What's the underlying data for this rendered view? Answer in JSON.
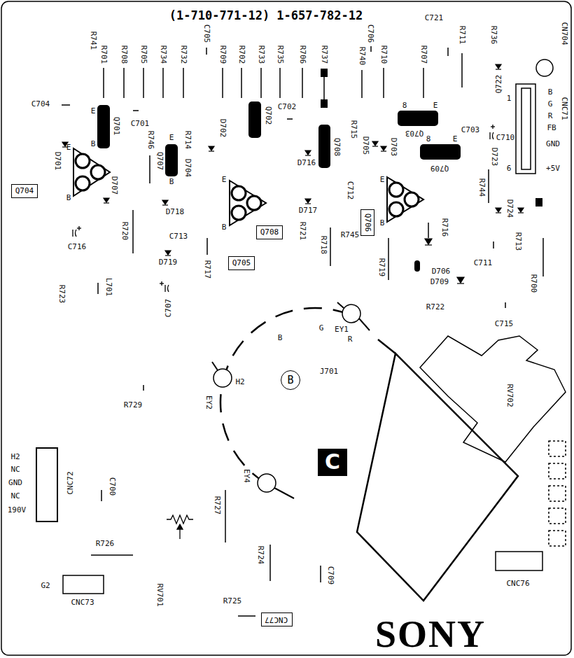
{
  "diagram": {
    "title": "(1-710-771-12) 1-657-782-12",
    "nodes": [
      {
        "text": [
          "Q704"
        ]
      },
      {
        "text": [
          "Q708"
        ]
      },
      {
        "text": [
          "Q705"
        ]
      },
      {
        "text": [
          "Q706"
        ]
      },
      {
        "text": [
          "B"
        ]
      },
      {
        "text": [
          "C"
        ]
      },
      {
        "text": [
          "CNC77"
        ]
      }
    ],
    "labels": [
      "R741",
      "R701",
      "R708",
      "R705",
      "R734",
      "R732",
      "C705",
      "R709",
      "R702",
      "R733",
      "R735",
      "R706",
      "R737",
      "C706",
      "R740",
      "R710",
      "R707",
      "C721",
      "R711",
      "R736",
      "Q722",
      "CN704",
      "C704",
      "Q701",
      "E",
      "B",
      "C701",
      "R746",
      "D701",
      "E",
      "B",
      "D707",
      "Q707",
      "R714",
      "D704",
      "E",
      "B",
      "D718",
      "C713",
      "D719",
      "C716",
      "R720",
      "D702",
      "Q702",
      "C702",
      "E",
      "B",
      "D716",
      "D717",
      "R721",
      "Q708",
      "R715",
      "D705",
      "D703",
      "Q703",
      "8",
      "E",
      "C703",
      "Q709",
      "8",
      "E",
      "D723",
      "C710",
      "C712",
      "R745",
      "R718",
      "E",
      "B",
      "R744",
      "D724",
      "R713",
      "C711",
      "R716",
      "R700",
      "R719",
      "D706",
      "D709",
      "R722",
      "C715",
      "R717",
      "L701",
      "R723",
      "C707",
      "B",
      "G",
      "EY1",
      "R",
      "J701",
      "H2",
      "EY2",
      "EY4",
      "RV702",
      "R729",
      "H2",
      "NC",
      "GND",
      "NC",
      "190V",
      "CNC72",
      "C700",
      "R727",
      "R726",
      "R724",
      "C709",
      "CNC76",
      "G2",
      "CNC73",
      "RV701",
      "R725",
      "SONY",
      "CNC71",
      "1",
      "6",
      "B",
      "G",
      "R",
      "FB",
      "GND",
      "+5V"
    ]
  }
}
